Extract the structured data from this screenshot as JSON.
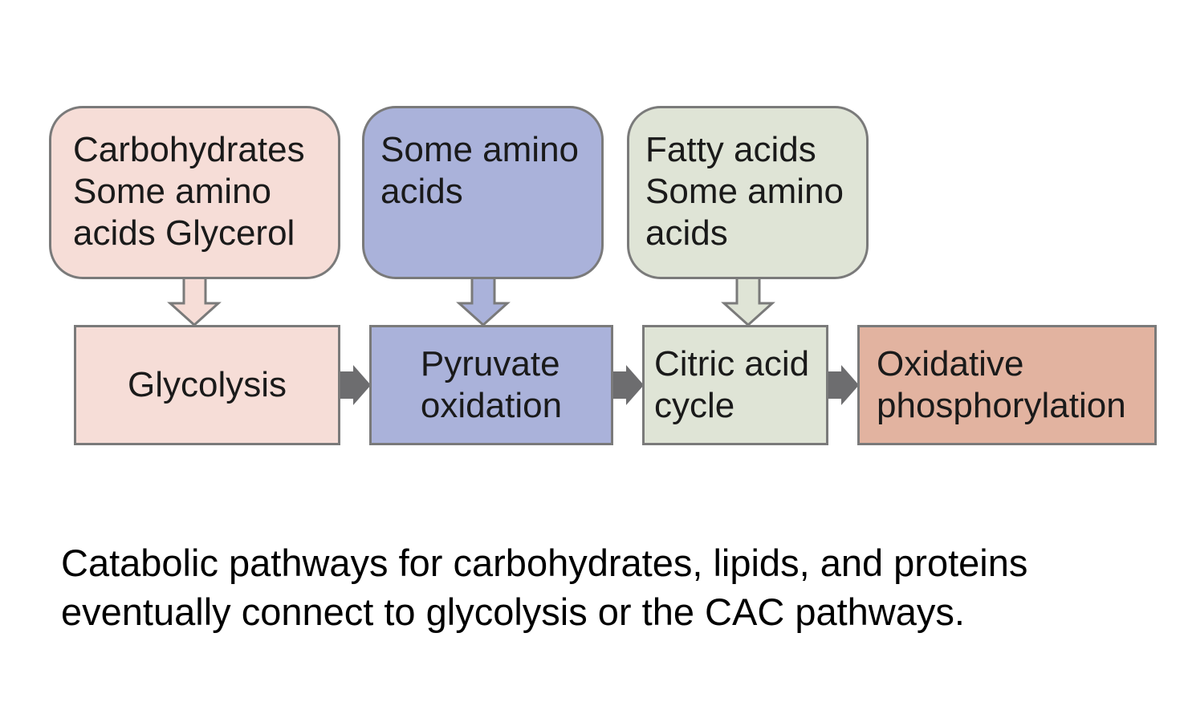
{
  "colors": {
    "border": "#7a7a7a",
    "arrow": "#6d6d6f",
    "pink": "#f6ddd7",
    "blue": "#aab2da",
    "green": "#dfe4d6",
    "salmon": "#e2b3a0"
  },
  "sources": [
    {
      "lines": [
        "Carbohydrates",
        "Some amino",
        "acids Glycerol"
      ]
    },
    {
      "lines": [
        "Some amino",
        "acids"
      ]
    },
    {
      "lines": [
        "Fatty acids",
        "Some amino",
        "acids"
      ]
    }
  ],
  "steps": [
    {
      "lines": [
        "Glycolysis"
      ]
    },
    {
      "lines": [
        "Pyruvate",
        "oxidation"
      ]
    },
    {
      "lines": [
        "Citric acid",
        "cycle"
      ]
    },
    {
      "lines": [
        "Oxidative",
        "phosphorylation"
      ]
    }
  ],
  "caption": {
    "lines": [
      "Catabolic pathways for carbohydrates, lipids, and proteins",
      "eventually connect to glycolysis or the CAC pathways."
    ]
  }
}
